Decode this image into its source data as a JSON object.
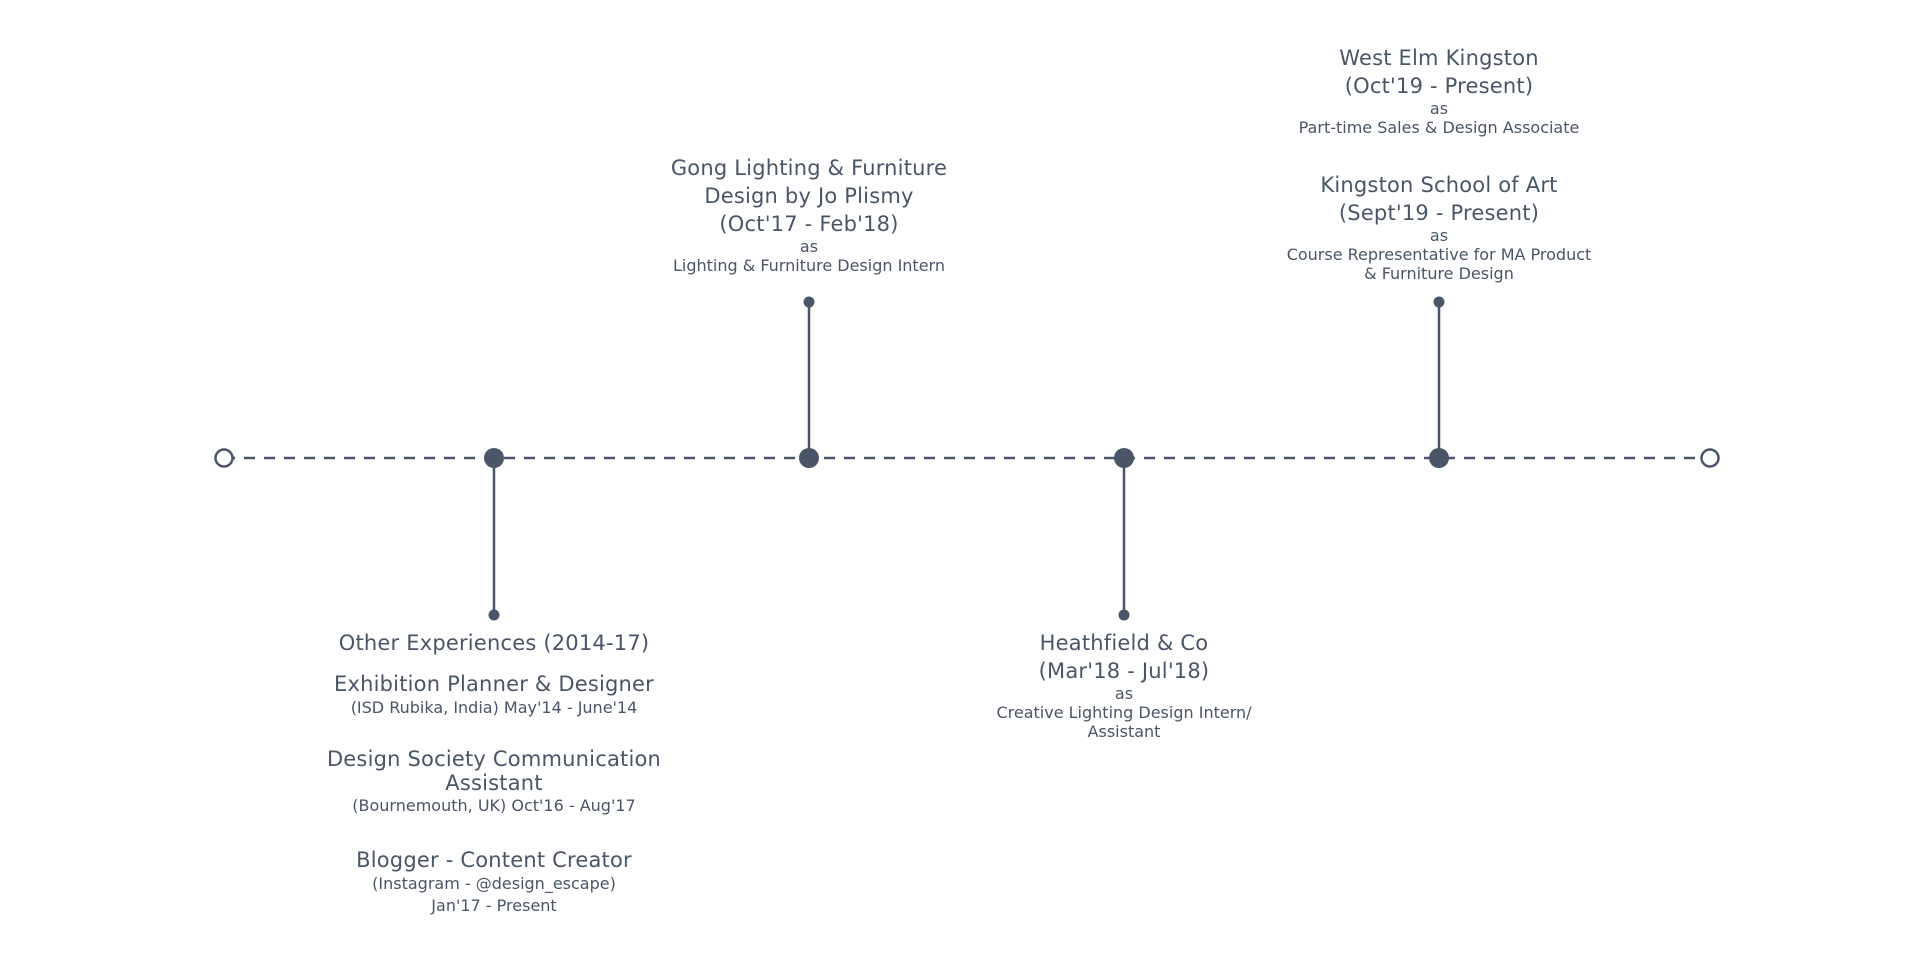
{
  "colors": {
    "line": "#4a5568",
    "text": "#4a5568",
    "background": "#ffffff"
  },
  "timeline": {
    "entries": [
      {
        "title": "Gong Lighting & Furniture\nDesign by Jo Plismy\n(Oct'17 - Feb'18)",
        "as": "as",
        "role": "Lighting & Furniture Design Intern"
      },
      {
        "title": "West Elm Kingston\n(Oct'19 - Present)",
        "as": "as",
        "role": "Part-time Sales & Design Associate"
      },
      {
        "title": "Kingston School of Art\n(Sept'19 - Present)",
        "as": "as",
        "role": "Course Representative for MA Product\n& Furniture Design"
      },
      {
        "title": "Heathfield & Co\n(Mar'18 - Jul'18)",
        "as": "as",
        "role": "Creative Lighting Design Intern/\nAssistant"
      }
    ],
    "other": {
      "heading": "Other Experiences (2014-17)",
      "items": [
        {
          "title": "Exhibition Planner & Designer",
          "detail": "(ISD Rubika, India) May'14 - June'14"
        },
        {
          "title": "Design Society Communication\nAssistant",
          "detail": "(Bournemouth, UK) Oct'16 - Aug'17"
        },
        {
          "title": "Blogger - Content Creator",
          "detail": "(Instagram - @design_escape)\nJan'17 - Present"
        }
      ]
    }
  }
}
